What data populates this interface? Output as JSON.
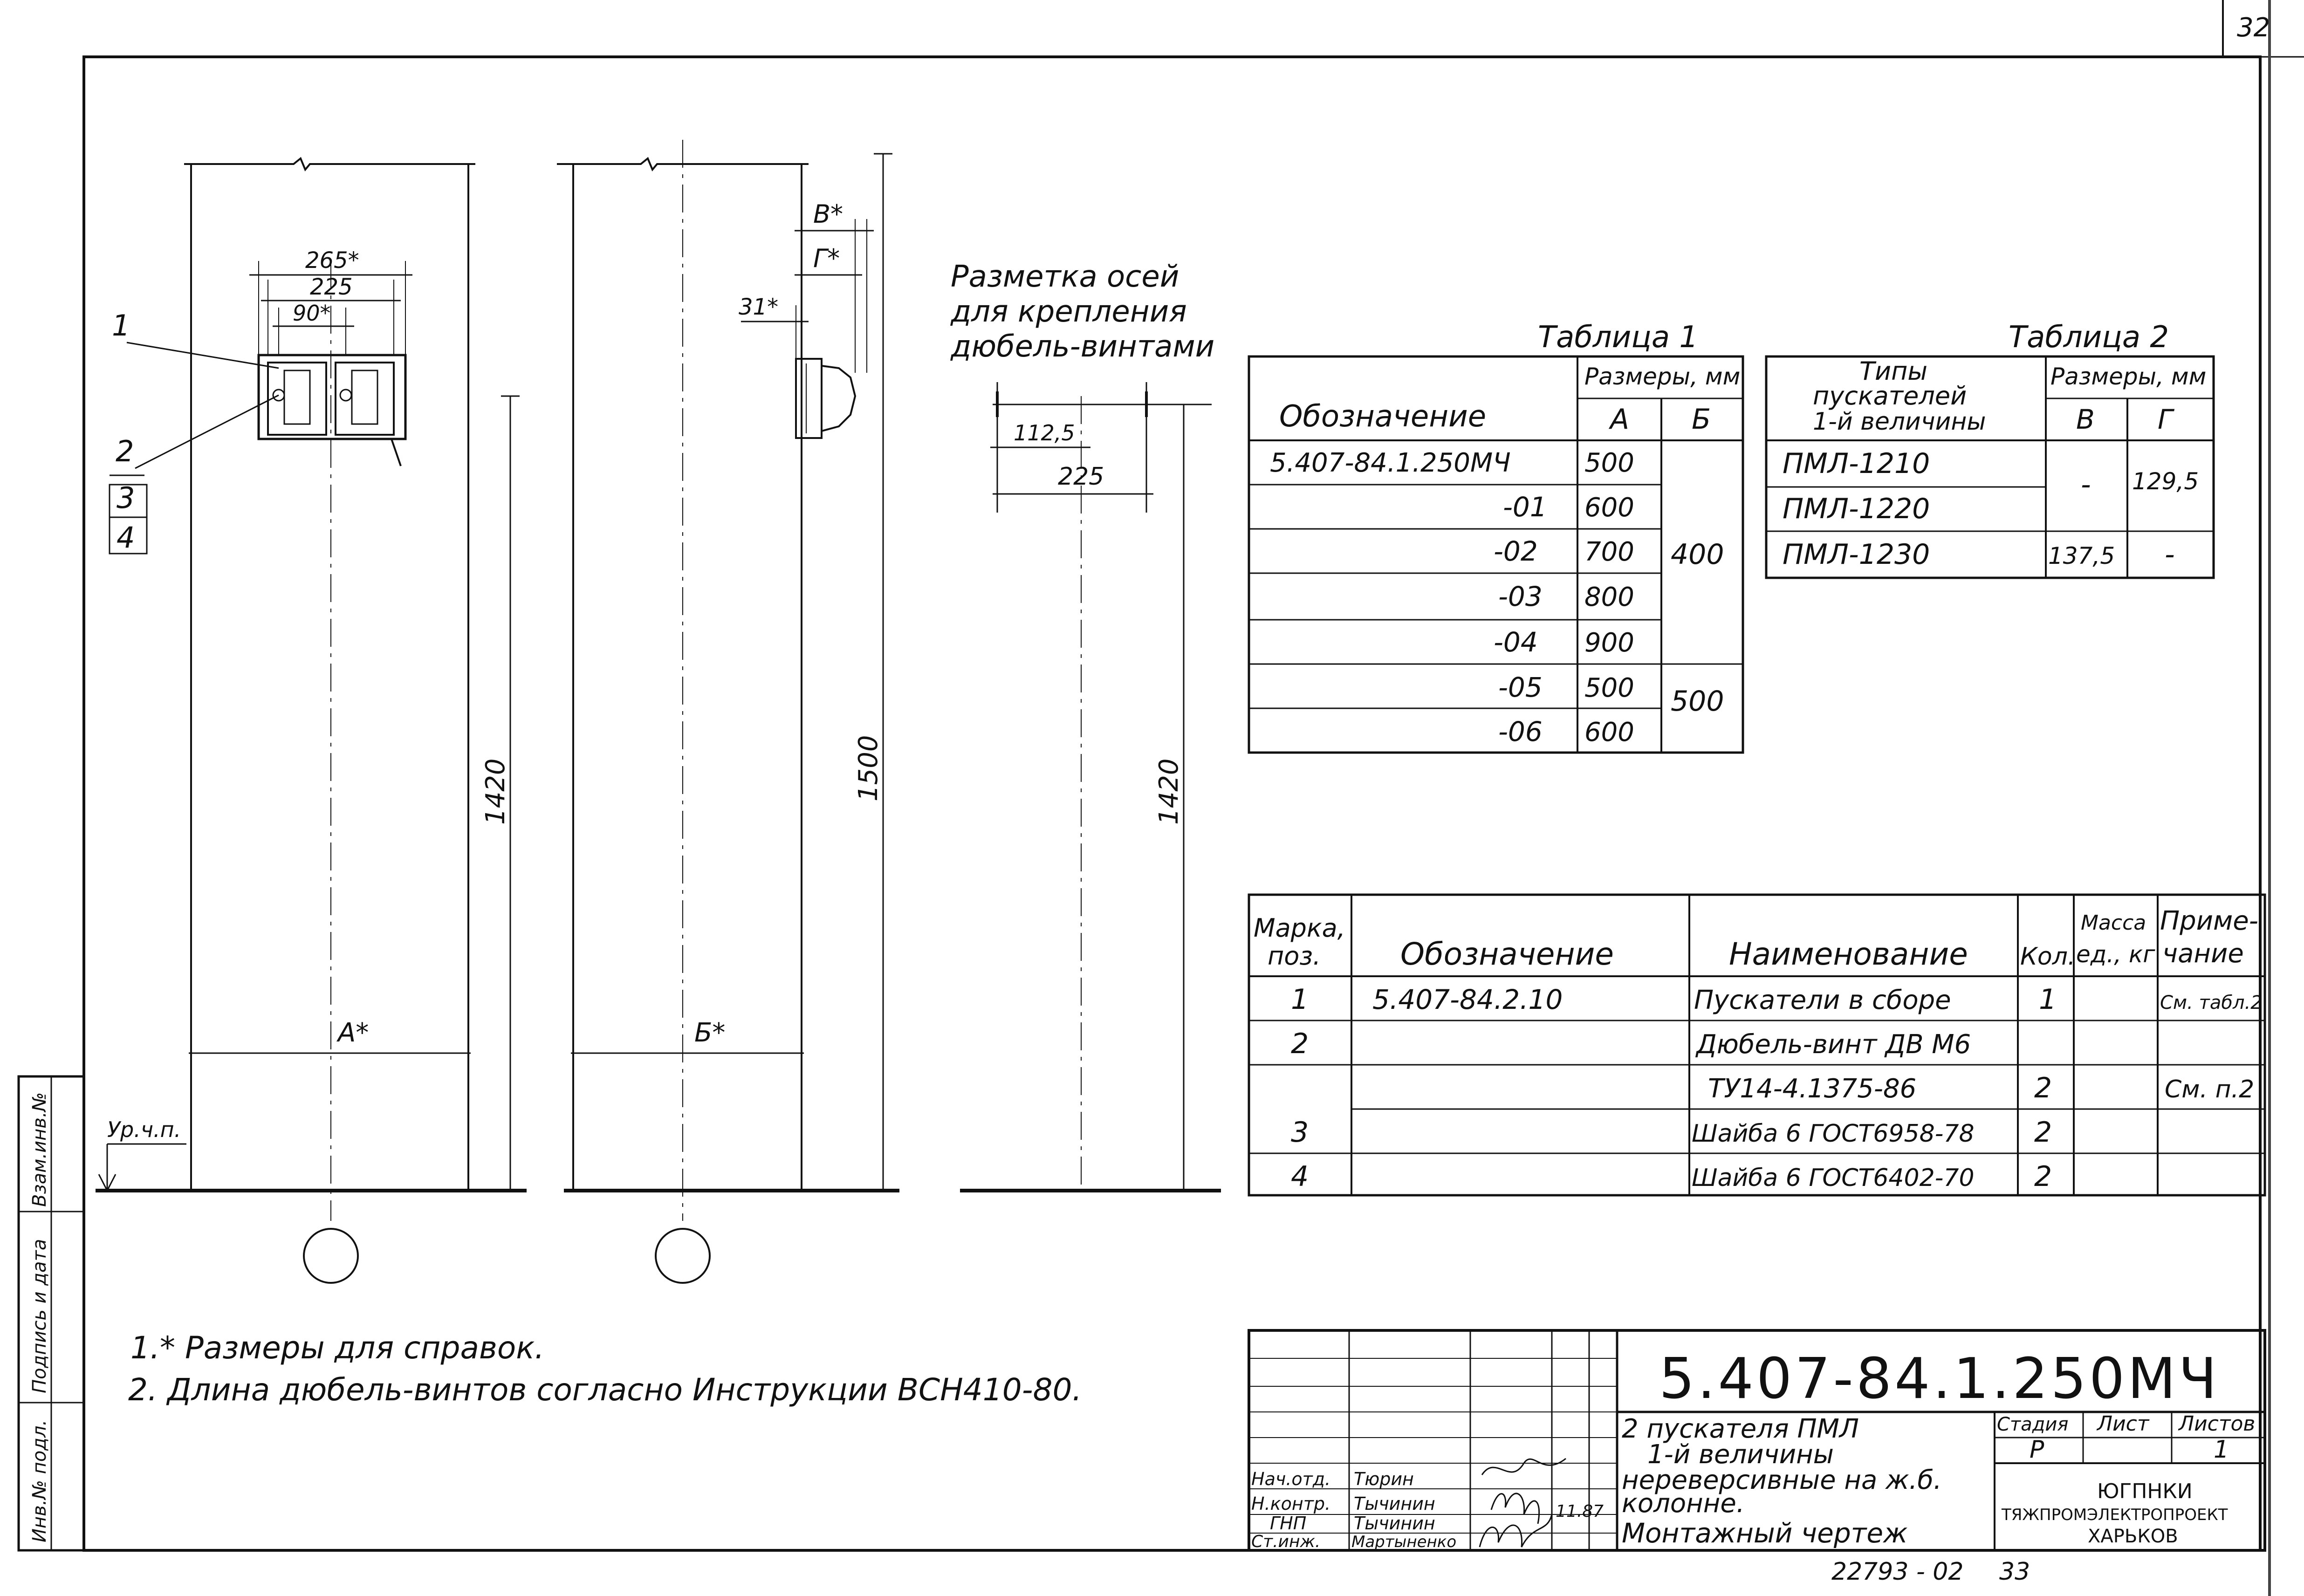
{
  "sheet": {
    "corner_number": "32",
    "drawing_code": "5.407-84.1.250МЧ",
    "bottom_code": "22793 - 02",
    "bottom_page": "33"
  },
  "left_margin": {
    "field1": "Инв.№ подл.",
    "field2": "Подпись и дата",
    "field3": "Взам.инв.№"
  },
  "view1": {
    "dim_overall_width": "265*",
    "dim_width": "225",
    "dim_inner": "90*",
    "dim_height": "1420",
    "dim_a": "А*",
    "level_label": "Ур.ч.п.",
    "leader_labels": [
      "1",
      "2",
      "3",
      "4"
    ]
  },
  "view2": {
    "dim_b_star": "В*",
    "dim_g_star": "Г*",
    "dim_31": "31*",
    "dim_height": "1500",
    "dim_b": "Б*"
  },
  "marking": {
    "title_lines": [
      "Разметка осей",
      "для крепления",
      "дюбель-винтами"
    ],
    "dim_half": "112,5",
    "dim_full": "225",
    "dim_height": "1420"
  },
  "table1": {
    "caption": "Таблица 1",
    "header_designation": "Обозначение",
    "header_sizes": "Размеры, мм",
    "header_a": "А",
    "header_b": "Б",
    "rows": [
      {
        "designation": "5.407-84.1.250МЧ",
        "a": "500"
      },
      {
        "designation": "-01",
        "a": "600"
      },
      {
        "designation": "-02",
        "a": "700"
      },
      {
        "designation": "-03",
        "a": "800"
      },
      {
        "designation": "-04",
        "a": "900"
      },
      {
        "designation": "-05",
        "a": "500"
      },
      {
        "designation": "-06",
        "a": "600"
      }
    ],
    "b_group1": "400",
    "b_group2": "500"
  },
  "table2": {
    "caption": "Таблица 2",
    "header_types": [
      "Типы",
      "пускателей",
      "1-й величины"
    ],
    "header_sizes": "Размеры, мм",
    "header_v": "В",
    "header_g": "Г",
    "rows": [
      {
        "type": "ПМЛ-1210"
      },
      {
        "type": "ПМЛ-1220"
      },
      {
        "type": "ПМЛ-1230",
        "v": "137,5",
        "g": "-"
      }
    ],
    "v_group1": "-",
    "g_group1": "129,5"
  },
  "spec": {
    "header_mark": [
      "Марка,",
      "поз."
    ],
    "header_designation": "Обозначение",
    "header_name": "Наименование",
    "header_qty": "Кол.",
    "header_mass": [
      "Масса",
      "ед., кг"
    ],
    "header_note": [
      "Приме-",
      "чание"
    ],
    "rows": [
      {
        "pos": "1",
        "designation": "5.407-84.2.10",
        "name": "Пускатели в сборе",
        "qty": "1",
        "note": "См. табл.2"
      },
      {
        "pos": "2",
        "designation": "",
        "name": "Дюбель-винт ДВ М6",
        "qty": "",
        "note": ""
      },
      {
        "pos": "",
        "designation": "",
        "name": "ТУ14-4.1375-86",
        "qty": "2",
        "note": "См. п.2"
      },
      {
        "pos": "3",
        "designation": "",
        "name": "Шайба 6 ГОСТ6958-78",
        "qty": "2",
        "note": ""
      },
      {
        "pos": "4",
        "designation": "",
        "name": "Шайба 6 ГОСТ6402-70",
        "qty": "2",
        "note": ""
      }
    ]
  },
  "notes": [
    "1.* Размеры для справок.",
    "2. Длина дюбель-винтов согласно Инструкции ВСН410-80."
  ],
  "title_block": {
    "roles": [
      "Нач.отд.",
      "Н.контр.",
      "ГНП",
      "Ст.инж."
    ],
    "names": [
      "Тюрин",
      "Тычинин",
      "Тычинин",
      "Мартыненко"
    ],
    "date": "11.87",
    "title_lines": [
      "2 пускателя ПМЛ",
      "1-й величины",
      "нереверсивные на ж.б.",
      "колонне.",
      "Монтажный чертеж"
    ],
    "stage_label": "Стадия",
    "sheet_label": "Лист",
    "sheets_label": "Листов",
    "stage_value": "Р",
    "sheets_value": "1",
    "org_lines": [
      "ЮГПНКИ",
      "ТЯЖПРОМЭЛЕКТРОПРОЕКТ",
      "ХАРЬКОВ"
    ]
  }
}
